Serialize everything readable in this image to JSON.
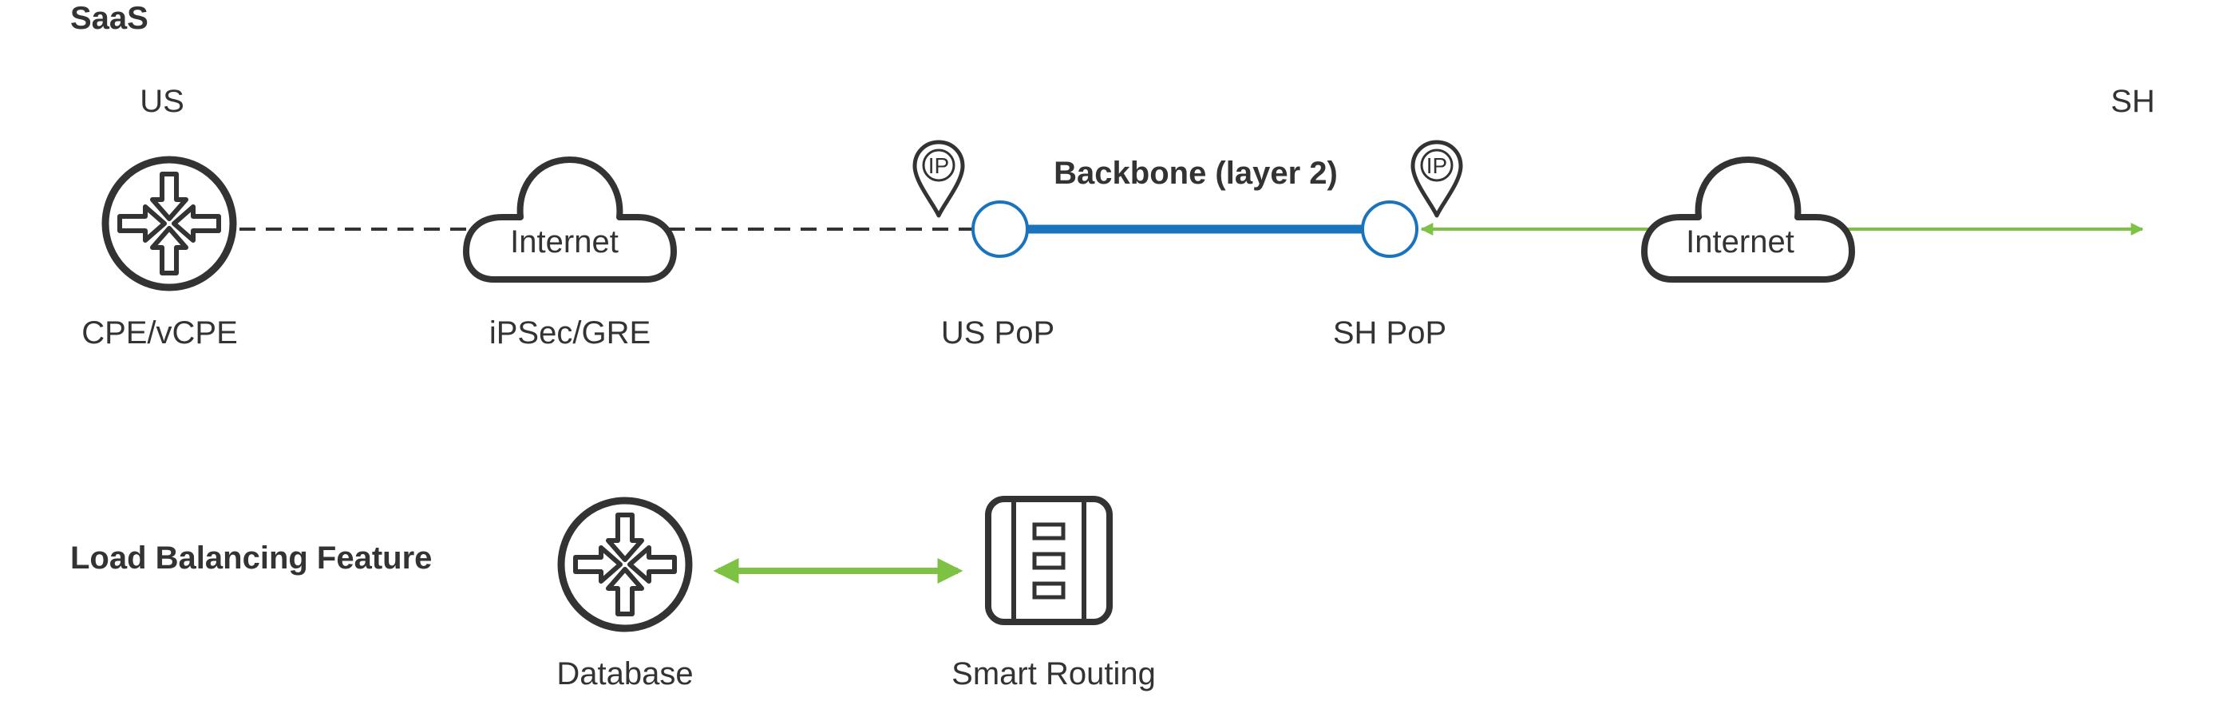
{
  "section_titles": {
    "saas": "SaaS",
    "load_balancing": "Load Balancing Feature"
  },
  "regions": {
    "left": "US",
    "right": "SH"
  },
  "nodes": {
    "cpe": "CPE/vCPE",
    "ipsec": "iPSec/GRE",
    "us_pop": "US PoP",
    "sh_pop": "SH PoP",
    "database": "Database",
    "smart_routing": "Smart Routing"
  },
  "clouds": {
    "left": "Internet",
    "right": "Internet"
  },
  "backbone_label": "Backbone (layer 2)",
  "ip_badge": "IP",
  "colors": {
    "ink": "#333333",
    "backbone": "#1a73bd",
    "accent_green": "#7dc243"
  },
  "icons": [
    "router-icon",
    "cloud-icon",
    "ip-location-pin-icon",
    "pop-node-icon",
    "server-rack-icon"
  ]
}
